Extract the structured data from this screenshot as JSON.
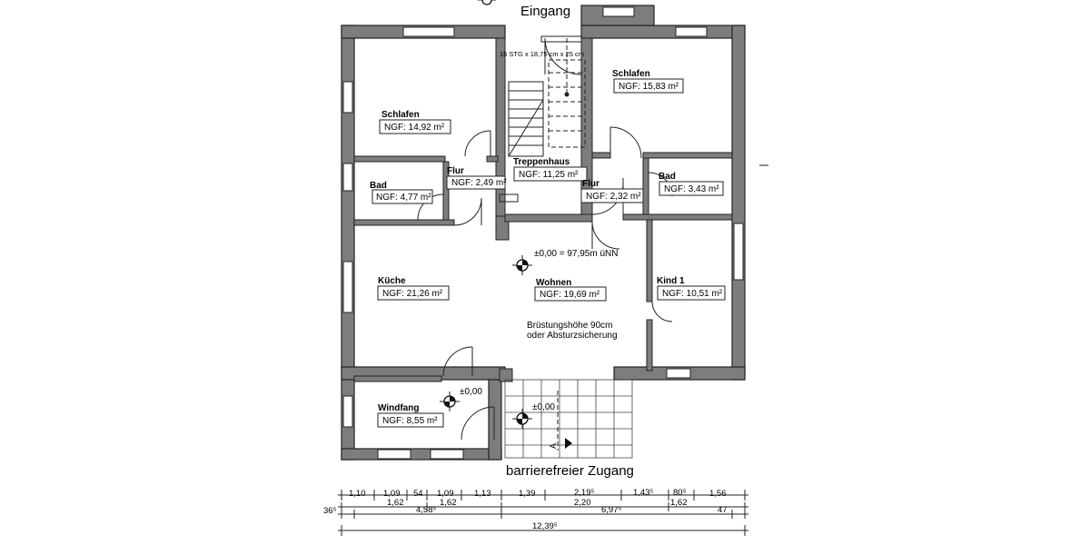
{
  "labels": {
    "entrance": "Eingang",
    "access": "barrierefreier Zugang",
    "stairs_note": "16 STG x 18,75 cm x 25 cm",
    "elevation": "±0,00 = 97,95m üNN",
    "parapet_line1": "Brüstungshöhe 90cm",
    "parapet_line2": "oder Absturzsicherung",
    "level_windfang": "±0,00",
    "level_terrace": "±0,00",
    "terrace_letter": "A"
  },
  "rooms": [
    {
      "name": "Schlafen",
      "area": "NGF: 14,92 m²"
    },
    {
      "name": "Schlafen",
      "area": "NGF: 15,83 m²"
    },
    {
      "name": "Treppenhaus",
      "area": "NGF: 11,25 m²"
    },
    {
      "name": "Flur",
      "area": "NGF: 2,49 m²"
    },
    {
      "name": "Flur",
      "area": "NGF: 2,32 m²"
    },
    {
      "name": "Bad",
      "area": "NGF: 4,77 m²"
    },
    {
      "name": "Bad",
      "area": "NGF: 3,43 m²"
    },
    {
      "name": "Küche",
      "area": "NGF: 21,26 m²"
    },
    {
      "name": "Wohnen",
      "area": "NGF: 19,69 m²"
    },
    {
      "name": "Kind 1",
      "area": "NGF: 10,51 m²"
    },
    {
      "name": "Windfang",
      "area": "NGF: 8,55 m²"
    }
  ],
  "dimensions": {
    "row1": [
      "1,10",
      "1,09",
      "54",
      "1,09",
      "1,13",
      "1,39",
      "2,19⁵",
      "1,43⁵",
      "80⁵",
      "1,56"
    ],
    "row2": [
      "1,62",
      "1,62",
      "2,20",
      "1,62"
    ],
    "row3": [
      "36⁵",
      "4,58⁵",
      "6,97⁵",
      "47"
    ],
    "total": "12,39⁵"
  }
}
